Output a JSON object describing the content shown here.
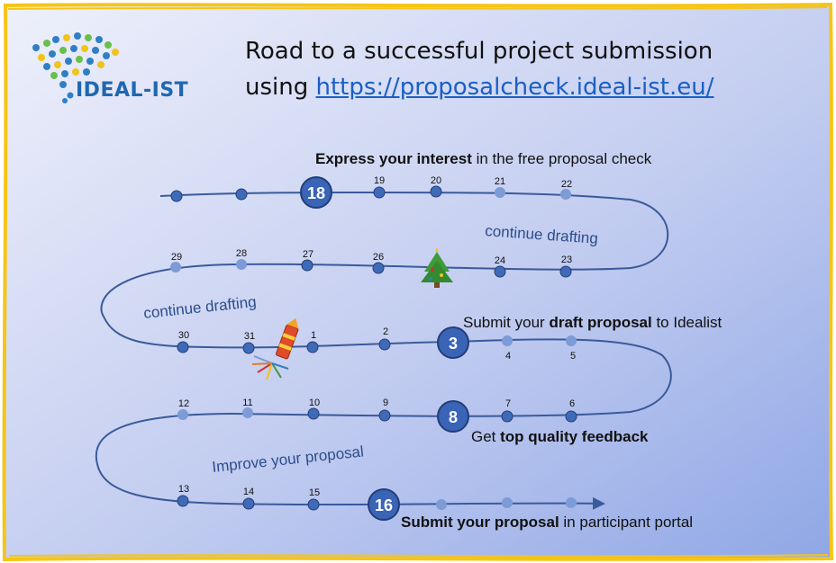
{
  "logo": {
    "text": "IDEAL-IST"
  },
  "title": {
    "line1": "Road to a successful project submission",
    "line2_prefix": "using ",
    "url": "https://proposalcheck.ideal-ist.eu/"
  },
  "notes": {
    "express": {
      "bold": "Express your interest",
      "rest": " in the free proposal check"
    },
    "submit_draft": {
      "pre": "Submit your ",
      "bold": "draft proposal",
      "rest": " to Idealist"
    },
    "feedback": {
      "pre": "Get ",
      "bold": "top quality feedback"
    },
    "submit_final": {
      "bold": "Submit your proposal",
      "rest": " in participant portal"
    }
  },
  "road_labels": {
    "continue1": "continue drafting",
    "continue2": "continue drafting",
    "improve": "Improve your proposal"
  },
  "milestones": {
    "m18": "18",
    "m3": "3",
    "m8": "8",
    "m16": "16"
  },
  "days": {
    "d19": "19",
    "d20": "20",
    "d21": "21",
    "d22": "22",
    "d23": "23",
    "d24": "24",
    "d26": "26",
    "d27": "27",
    "d28": "28",
    "d29": "29",
    "d30": "30",
    "d31": "31",
    "d1": "1",
    "d2": "2",
    "d4": "4",
    "d5": "5",
    "d6": "6",
    "d7": "7",
    "d9": "9",
    "d10": "10",
    "d11": "11",
    "d12": "12",
    "d13": "13",
    "d14": "14",
    "d15": "15"
  },
  "colors": {
    "road": "#3a5a9a",
    "dot": "#3f6ab8",
    "dot_light": "#7d9bd6",
    "frame": "#f5c518",
    "milestone": "#3a64b5"
  }
}
